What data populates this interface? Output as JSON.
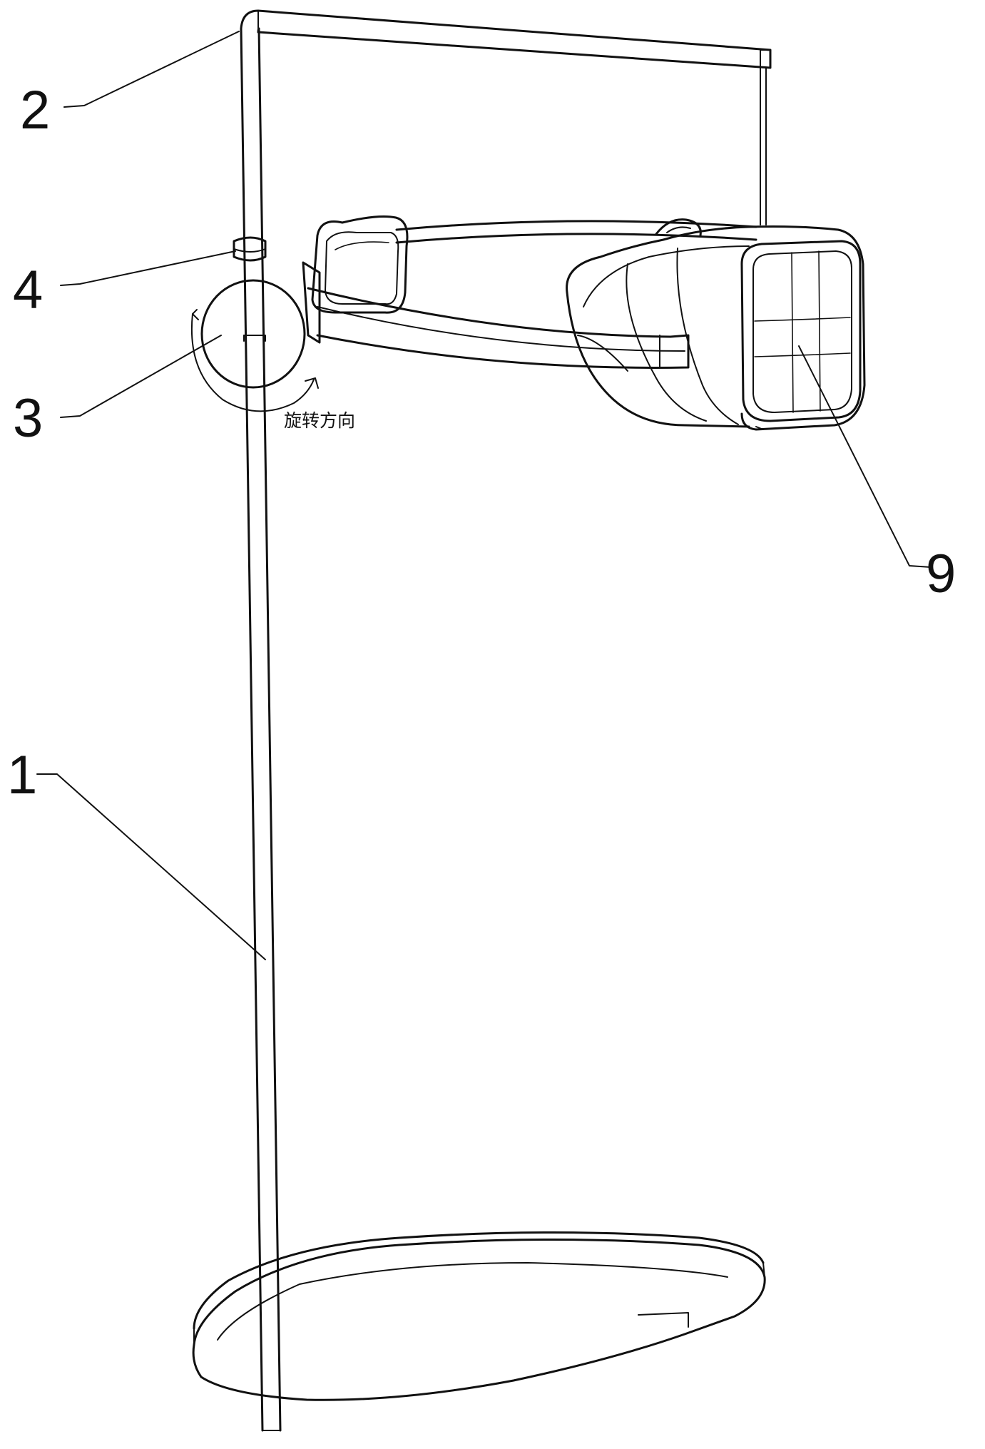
{
  "labels": {
    "stand": "1",
    "arm": "2",
    "rotator": "3",
    "clamp": "4",
    "headset": "9"
  },
  "rotation_caption": "旋转方向"
}
